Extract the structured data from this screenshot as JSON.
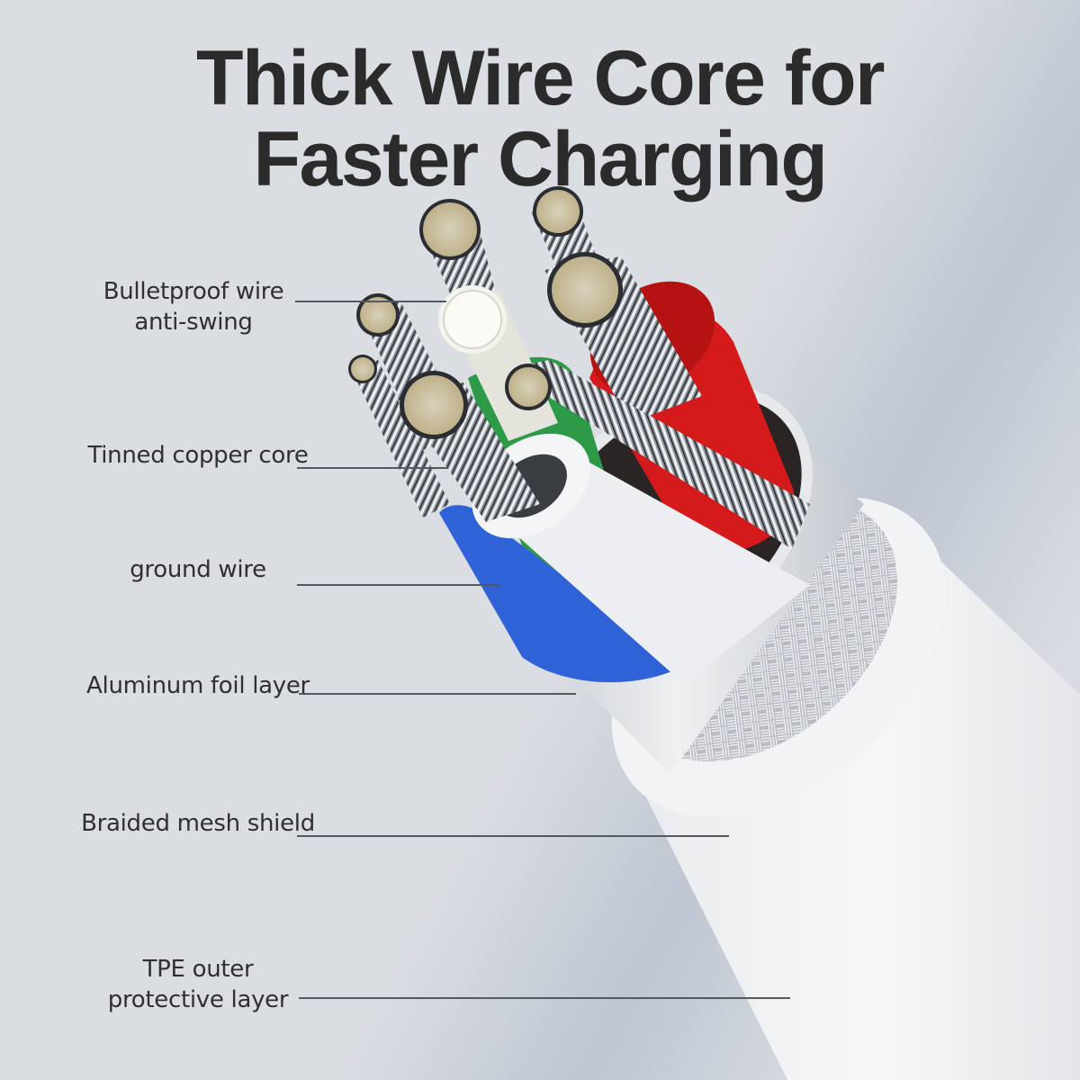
{
  "title": {
    "line1": "Thick Wire Core for",
    "line2": "Faster Charging"
  },
  "callouts": [
    {
      "id": "bulletproof-wire",
      "lines": [
        "Bulletproof wire",
        "anti-swing"
      ]
    },
    {
      "id": "tinned-copper-core",
      "lines": [
        "Tinned copper core"
      ]
    },
    {
      "id": "ground-wire",
      "lines": [
        "ground wire"
      ]
    },
    {
      "id": "aluminum-foil-layer",
      "lines": [
        "Aluminum foil layer"
      ]
    },
    {
      "id": "braided-mesh-shield",
      "lines": [
        "Braided mesh shield"
      ]
    },
    {
      "id": "tpe-outer-layer",
      "lines": [
        "TPE outer",
        "protective layer"
      ]
    }
  ],
  "colors": {
    "background": "#dadde2",
    "title_text": "#2b2b2b",
    "label_text": "#2e3035",
    "leader_line": "#54585f",
    "red_insulation": "#d41a1a",
    "blue_insulation": "#2e62d6",
    "green_insulation": "#2d9a48",
    "white_insulation": "#eceef1",
    "strand_tip": "#f1e6c6"
  }
}
